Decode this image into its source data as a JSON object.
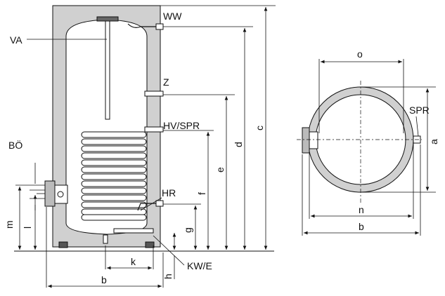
{
  "labels": {
    "WW": "WW",
    "VA": "VA",
    "Z": "Z",
    "HV_SPR": "HV/SPR",
    "BOE": "BÖ",
    "HR": "HR",
    "KW_E": "KW/E",
    "m": "m",
    "l": "l",
    "g": "g",
    "f": "f",
    "e": "e",
    "d": "d",
    "c": "c",
    "k": "k",
    "h": "h",
    "b_side": "b",
    "o": "o",
    "n": "n",
    "b_top": "b",
    "a": "a",
    "SPR": "SPR"
  },
  "colors": {
    "insulation": "#cfcfcf",
    "line": "#111111",
    "coil": "#ffffff"
  }
}
